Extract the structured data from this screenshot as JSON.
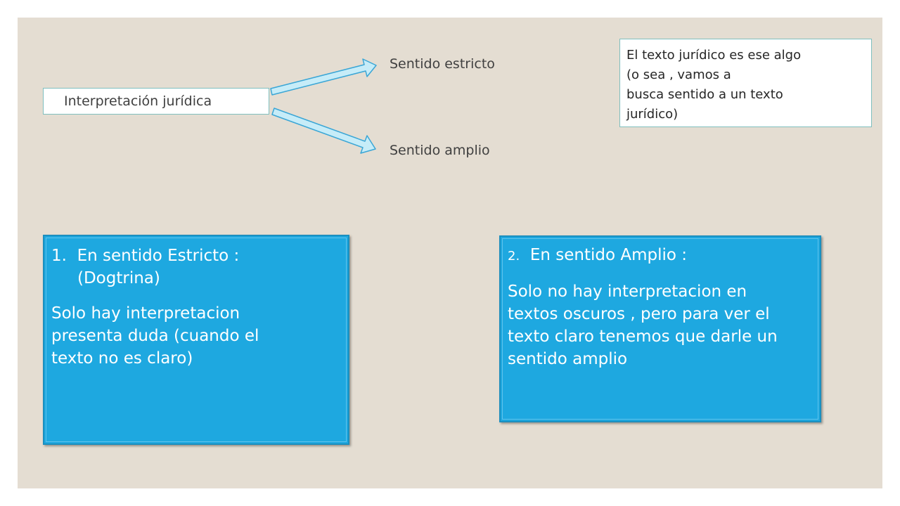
{
  "diagram": {
    "root": "Interpretación jurídica",
    "branches": [
      "Sentido estricto",
      "Sentido amplio"
    ],
    "note_lines": [
      "El texto jurídico es ese algo",
      "(o sea , vamos a",
      "busca  sentido a un texto",
      "jurídico)"
    ]
  },
  "cards": [
    {
      "number": "1.",
      "heading": "En sentido Estricto :",
      "subheading": "(Dogtrina)",
      "body_lines": [
        "Solo hay interpretacion",
        "presenta duda (cuando el",
        "texto no es claro)"
      ]
    },
    {
      "number": "2.",
      "heading": "En sentido Amplio :",
      "body_lines": [
        "Solo no hay interpretacion en",
        "textos oscuros , pero para ver el",
        "texto claro tenemos que darle un",
        "sentido amplio"
      ]
    }
  ],
  "colors": {
    "background": "#e4ddd2",
    "card_fill": "#1ea8e0",
    "arrow_fill": "#c6ecf8",
    "arrow_stroke": "#3aa6d6",
    "box_border": "#7fbfbf"
  }
}
